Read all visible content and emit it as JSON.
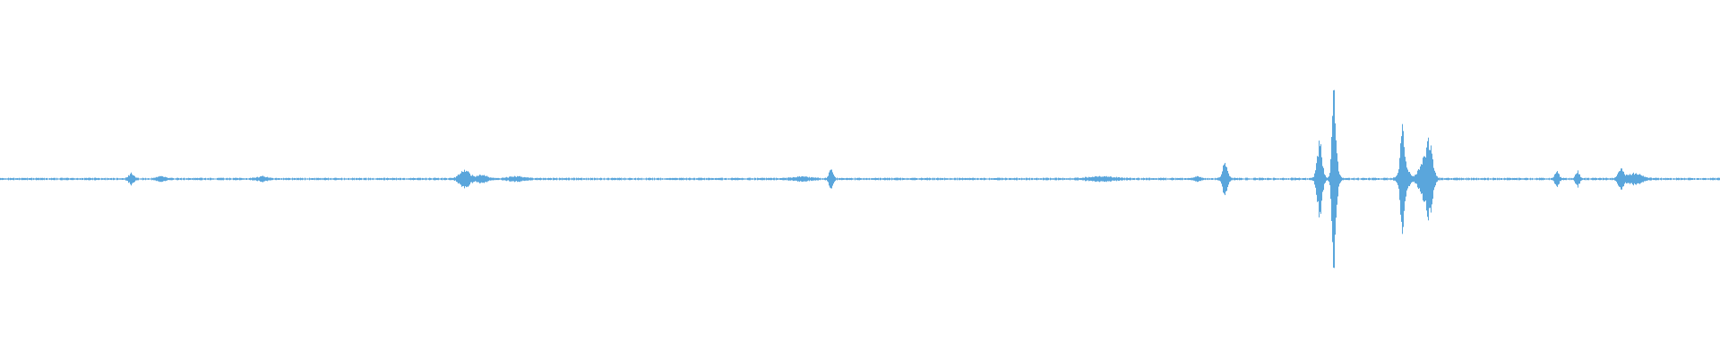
{
  "waveform": {
    "color": "#5aa6dc",
    "baseline_amplitude": 0.006,
    "bursts": [
      {
        "pos": 0.076,
        "amp": 0.03,
        "width": 0.002
      },
      {
        "pos": 0.094,
        "amp": 0.015,
        "width": 0.003
      },
      {
        "pos": 0.152,
        "amp": 0.012,
        "width": 0.004
      },
      {
        "pos": 0.27,
        "amp": 0.05,
        "width": 0.004
      },
      {
        "pos": 0.28,
        "amp": 0.02,
        "width": 0.004
      },
      {
        "pos": 0.3,
        "amp": 0.012,
        "width": 0.006
      },
      {
        "pos": 0.466,
        "amp": 0.012,
        "width": 0.006
      },
      {
        "pos": 0.483,
        "amp": 0.06,
        "width": 0.0015
      },
      {
        "pos": 0.64,
        "amp": 0.012,
        "width": 0.01
      },
      {
        "pos": 0.696,
        "amp": 0.015,
        "width": 0.002
      },
      {
        "pos": 0.712,
        "amp": 0.1,
        "width": 0.002
      },
      {
        "pos": 0.767,
        "amp": 0.22,
        "width": 0.002
      },
      {
        "pos": 0.775,
        "amp": 0.5,
        "width": 0.0012
      },
      {
        "pos": 0.776,
        "amp": 0.18,
        "width": 0.002
      },
      {
        "pos": 0.815,
        "amp": 0.28,
        "width": 0.0012
      },
      {
        "pos": 0.816,
        "amp": 0.12,
        "width": 0.003
      },
      {
        "pos": 0.828,
        "amp": 0.12,
        "width": 0.004
      },
      {
        "pos": 0.831,
        "amp": 0.16,
        "width": 0.0025
      },
      {
        "pos": 0.905,
        "amp": 0.05,
        "width": 0.0015
      },
      {
        "pos": 0.917,
        "amp": 0.05,
        "width": 0.0015
      },
      {
        "pos": 0.942,
        "amp": 0.06,
        "width": 0.002
      },
      {
        "pos": 0.95,
        "amp": 0.03,
        "width": 0.006
      }
    ]
  }
}
